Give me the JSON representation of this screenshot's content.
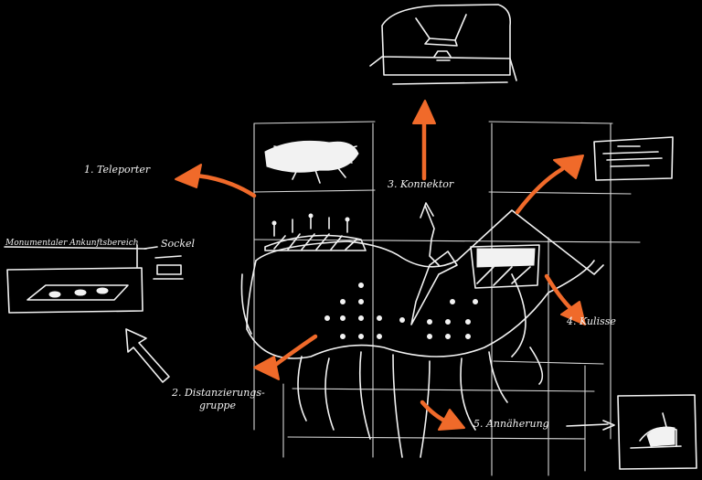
{
  "labels": {
    "teleporter": "1. Teleporter",
    "sockel": "Sockel",
    "sockel_caption": "Monumentaler Ankunftsbereich",
    "distancing": "2. Distanzierungs-",
    "distancing_line2": "gruppe",
    "konnektor": "3. Konnektor",
    "kulisse": "4. Kulisse",
    "annaeherung": "5. Annäherung"
  },
  "colors": {
    "background": "#000000",
    "chalk": "#f2f2f2",
    "accent": "#f06a2a"
  }
}
